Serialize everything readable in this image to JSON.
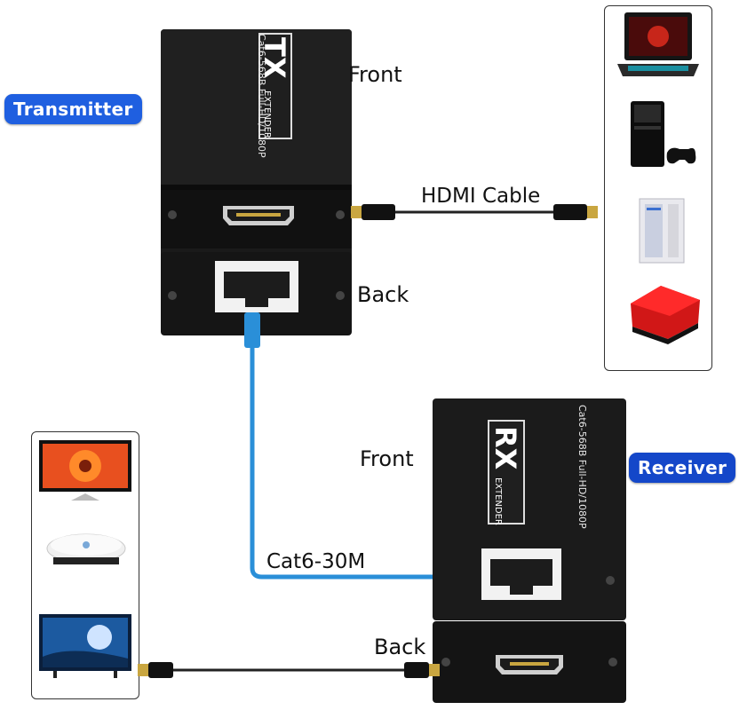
{
  "labels": {
    "transmitter": "Transmitter",
    "receiver": "Receiver",
    "tx_front": "Front",
    "tx_back": "Back",
    "rx_front": "Front",
    "rx_back": "Back",
    "hdmi_cable": "HDMI Cable",
    "cat6": "Cat6-30M"
  },
  "tx_unit": {
    "big": "TX",
    "small": "EXTENDER",
    "side": "Cat6-568B Full-HD/1080P"
  },
  "rx_unit": {
    "big": "RX",
    "small": "EXTENDER",
    "side": "Cat6-568B Full-HD/1080P"
  },
  "source_devices": [
    "laptop-icon",
    "game-console-icon",
    "desktop-pc-icon",
    "tv-box-icon"
  ],
  "display_devices": [
    "monitor-icon",
    "projector-icon",
    "tv-icon"
  ],
  "colors": {
    "badge": "#1f5fe0",
    "cable_blue": "#2a8fd8",
    "device_body": "#161616"
  }
}
